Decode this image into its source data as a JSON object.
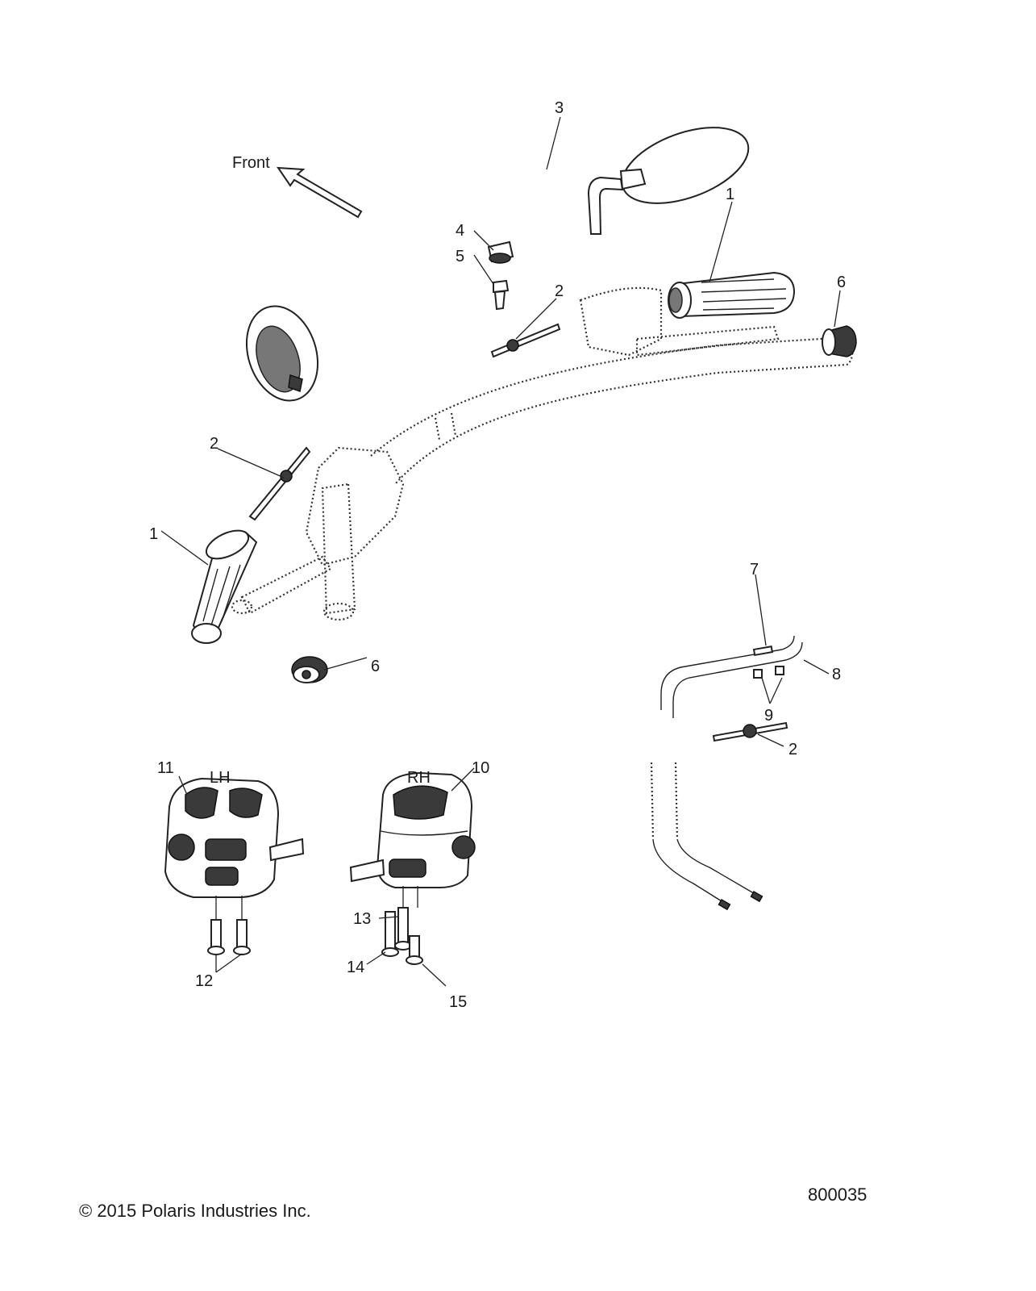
{
  "diagram": {
    "orientation_label": "Front",
    "side_labels": {
      "left": "LH",
      "right": "RH"
    },
    "callouts": {
      "grip_right": "1",
      "grip_left": "1",
      "cable_tie_upper": "2",
      "cable_tie_left": "2",
      "cable_tie_lower": "2",
      "mirror": "3",
      "nut": "4",
      "adapter": "5",
      "end_weight_right": "6",
      "end_weight_left": "6",
      "throttle_cable": "7",
      "throttle_cable_return": "8",
      "cable_clips": "9",
      "rh_switch": "10",
      "lh_switch": "11",
      "lh_screws": "12",
      "rh_screw_13": "13",
      "rh_screw_14": "14",
      "rh_screw_15": "15"
    },
    "copyright": "© 2015 Polaris Industries Inc.",
    "figure_number": "800035"
  }
}
